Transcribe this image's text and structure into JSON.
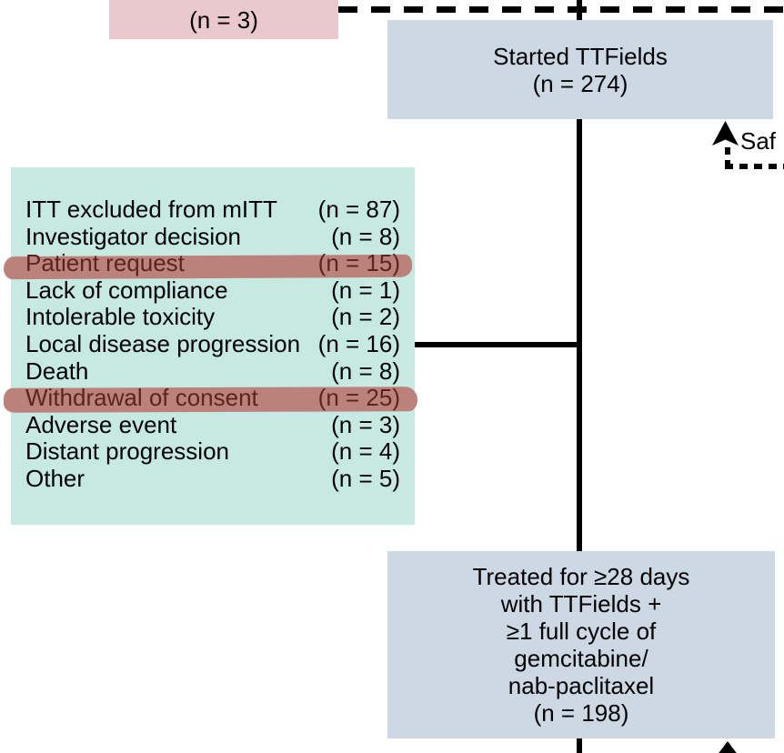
{
  "colors": {
    "background": "#ffffff",
    "box_blue": "#ccd8e4",
    "box_teal": "#c6e9e1",
    "box_pink": "#e9c9ce",
    "highlight_marker": "#bb817a",
    "highlight_text": "#5e231d",
    "line": "#000000"
  },
  "diagram": {
    "type": "consort-flow",
    "clipped_top_box": {
      "count_label": "(n = 3)"
    },
    "started_box": {
      "lines": [
        "Started TTFields",
        "(n = 274)"
      ]
    },
    "safety_annotation": {
      "label": "Saf"
    },
    "exclusions": {
      "items": [
        {
          "label": "ITT excluded from mITT",
          "value": "(n = 87)",
          "highlighted": false
        },
        {
          "label": "Investigator decision",
          "value": "(n = 8)",
          "highlighted": false
        },
        {
          "label": "Patient request",
          "value": "(n = 15)",
          "highlighted": true
        },
        {
          "label": "Lack of compliance",
          "value": "(n = 1)",
          "highlighted": false
        },
        {
          "label": "Intolerable toxicity",
          "value": "(n = 2)",
          "highlighted": false
        },
        {
          "label": "Local disease progression",
          "value": "(n = 16)",
          "highlighted": false
        },
        {
          "label": "Death",
          "value": "(n = 8)",
          "highlighted": false
        },
        {
          "label": "Withdrawal of consent",
          "value": "(n = 25)",
          "highlighted": true
        },
        {
          "label": "Adverse event",
          "value": "(n = 3)",
          "highlighted": false
        },
        {
          "label": "Distant progression",
          "value": "(n = 4)",
          "highlighted": false
        },
        {
          "label": "Other",
          "value": "(n = 5)",
          "highlighted": false
        }
      ]
    },
    "treated_box": {
      "lines": [
        "Treated for ≥28 days",
        "with TTFields +",
        "≥1 full cycle of",
        "gemcitabine/",
        "nab-paclitaxel",
        "(n = 198)"
      ]
    }
  }
}
